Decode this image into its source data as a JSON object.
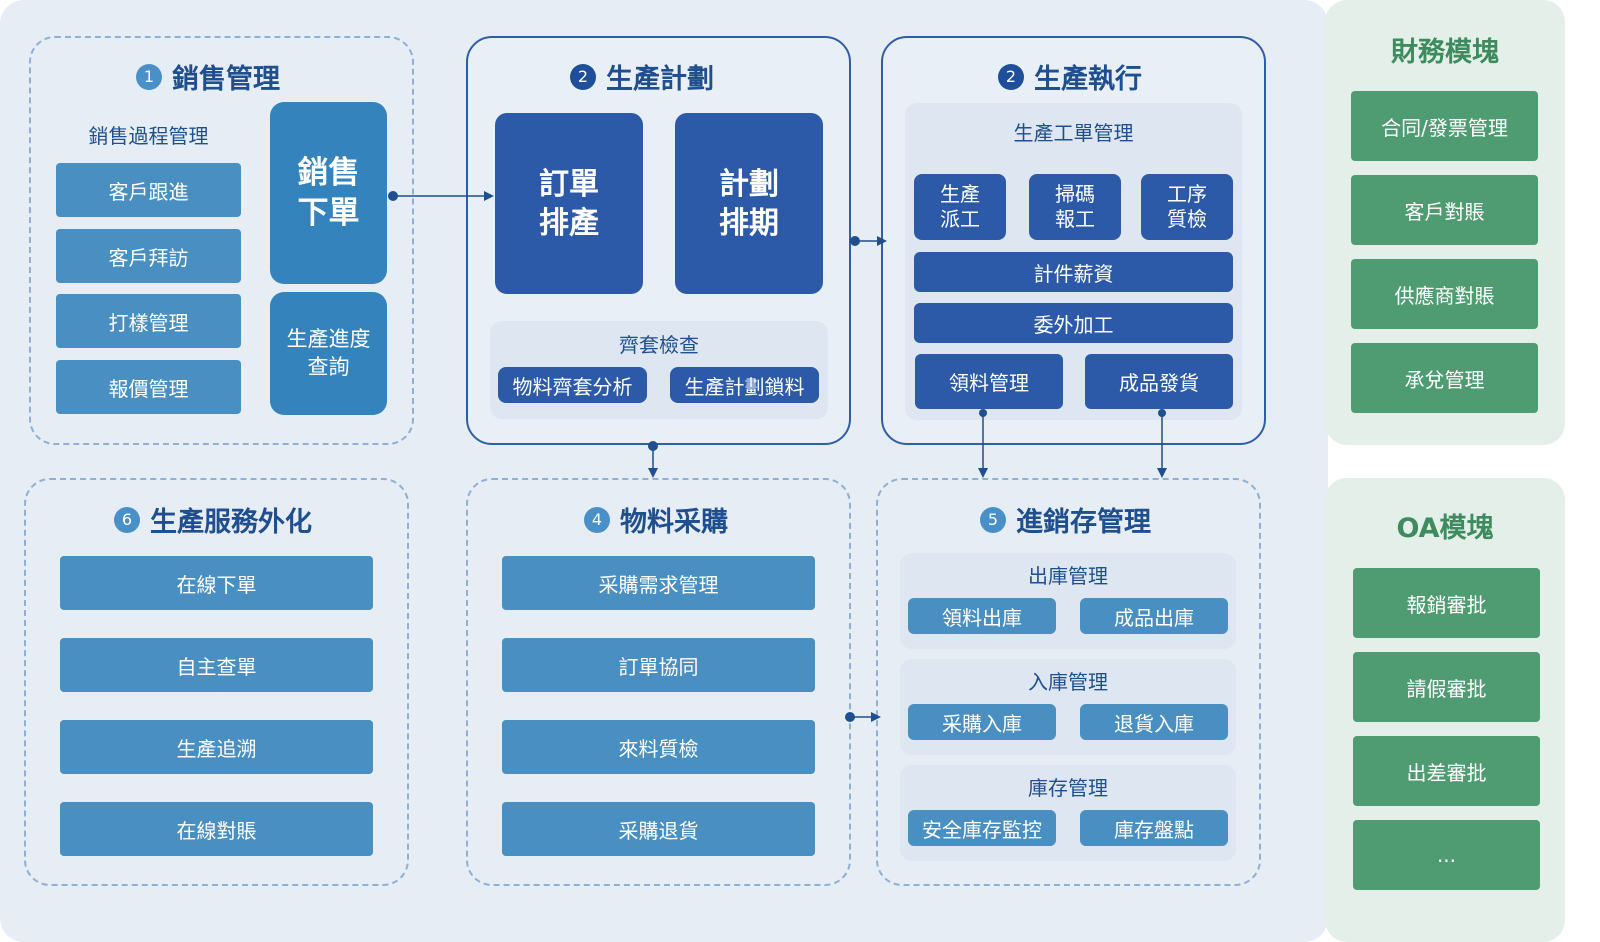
{
  "sales": {
    "num": "1",
    "title": "銷售管理",
    "process_label": "銷售過程管理",
    "items": [
      "客戶跟進",
      "客戶拜訪",
      "打樣管理",
      "報價管理"
    ],
    "order": "銷售\n下單",
    "progress": "生產進度\n查詢"
  },
  "plan": {
    "num": "2",
    "title": "生產計劃",
    "order_sched": "訂單\n排產",
    "plan_sched": "計劃\n排期",
    "kit_label": "齊套檢查",
    "kit_items": [
      "物料齊套分析",
      "生產計劃鎖料"
    ]
  },
  "exec": {
    "num": "2",
    "title": "生產執行",
    "wo_label": "生產工單管理",
    "small": [
      "生產\n派工",
      "掃碼\n報工",
      "工序\n質檢"
    ],
    "piece": "計件薪資",
    "outsource": "委外加工",
    "material": "領料管理",
    "ship": "成品發貨"
  },
  "service": {
    "num": "6",
    "title": "生產服務外化",
    "items": [
      "在線下單",
      "自主查單",
      "生產追溯",
      "在線對賬"
    ]
  },
  "purchase": {
    "num": "4",
    "title": "物料采購",
    "items": [
      "采購需求管理",
      "訂單協同",
      "來料質檢",
      "采購退貨"
    ]
  },
  "inventory": {
    "num": "5",
    "title": "進銷存管理",
    "groups": [
      {
        "label": "出庫管理",
        "items": [
          "領料出庫",
          "成品出庫"
        ]
      },
      {
        "label": "入庫管理",
        "items": [
          "采購入庫",
          "退貨入庫"
        ]
      },
      {
        "label": "庫存管理",
        "items": [
          "安全庫存監控",
          "庫存盤點"
        ]
      }
    ]
  },
  "finance": {
    "title": "財務模塊",
    "items": [
      "合同/發票管理",
      "客戶對賬",
      "供應商對賬",
      "承兌管理"
    ]
  },
  "oa": {
    "title": "OA模塊",
    "items": [
      "報銷審批",
      "請假審批",
      "出差審批",
      "..."
    ]
  },
  "colors": {
    "main_bg": "#e6edf5",
    "side_bg": "#e5efe9",
    "blue_light": "#4a8fc2",
    "blue_dark": "#2c5aa8",
    "green": "#4f9c72",
    "title_blue": "#1f4f8e",
    "title_green": "#3d8b5e"
  }
}
